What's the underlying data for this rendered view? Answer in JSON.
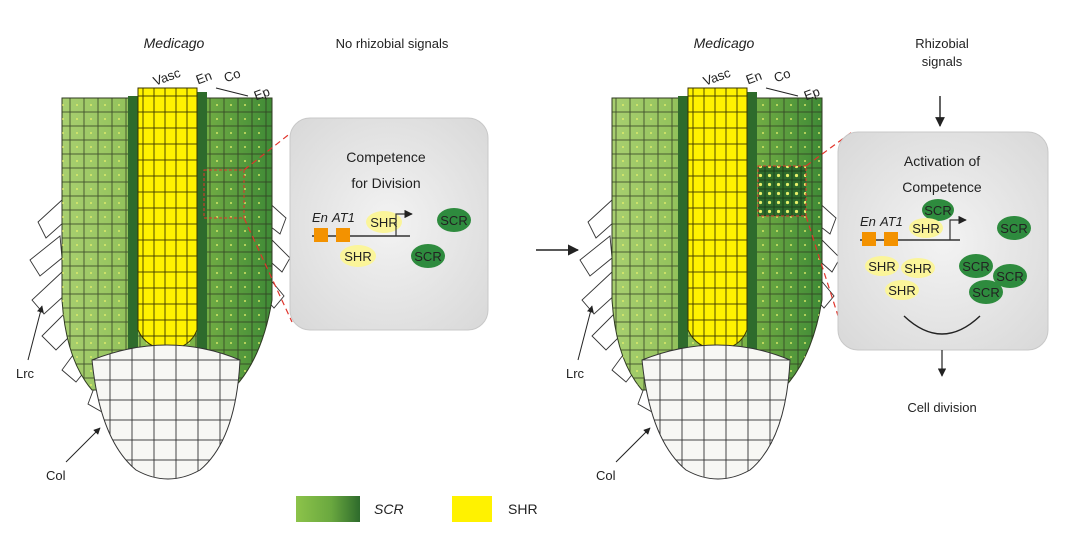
{
  "left_panel": {
    "species": "Medicago",
    "condition": "No rhizobial signals",
    "tissue_labels": {
      "vasc": "Vasc",
      "en": "En",
      "co": "Co",
      "ep": "Ep",
      "lrc": "Lrc",
      "col": "Col"
    },
    "box_title_line1": "Competence",
    "box_title_line2": "for Division",
    "promoter_en": "En",
    "promoter_at1": "AT1",
    "shr": "SHR",
    "scr": "SCR"
  },
  "right_panel": {
    "species": "Medicago",
    "condition_line1": "Rhizobial",
    "condition_line2": "signals",
    "tissue_labels": {
      "vasc": "Vasc",
      "en": "En",
      "co": "Co",
      "ep": "Ep",
      "lrc": "Lrc",
      "col": "Col"
    },
    "box_title_line1": "Activation of",
    "box_title_line2": "Competence",
    "promoter_en": "En",
    "promoter_at1": "AT1",
    "shr": "SHR",
    "scr": "SCR",
    "outcome": "Cell division"
  },
  "legend": {
    "scr_label": "SCR",
    "shr_label": "SHR"
  },
  "colors": {
    "scr_light": "#8cc34a",
    "scr_dark": "#2e6b2c",
    "shr_yellow": "#fff200",
    "orange": "#f39200",
    "red_dash": "#e0342b"
  }
}
